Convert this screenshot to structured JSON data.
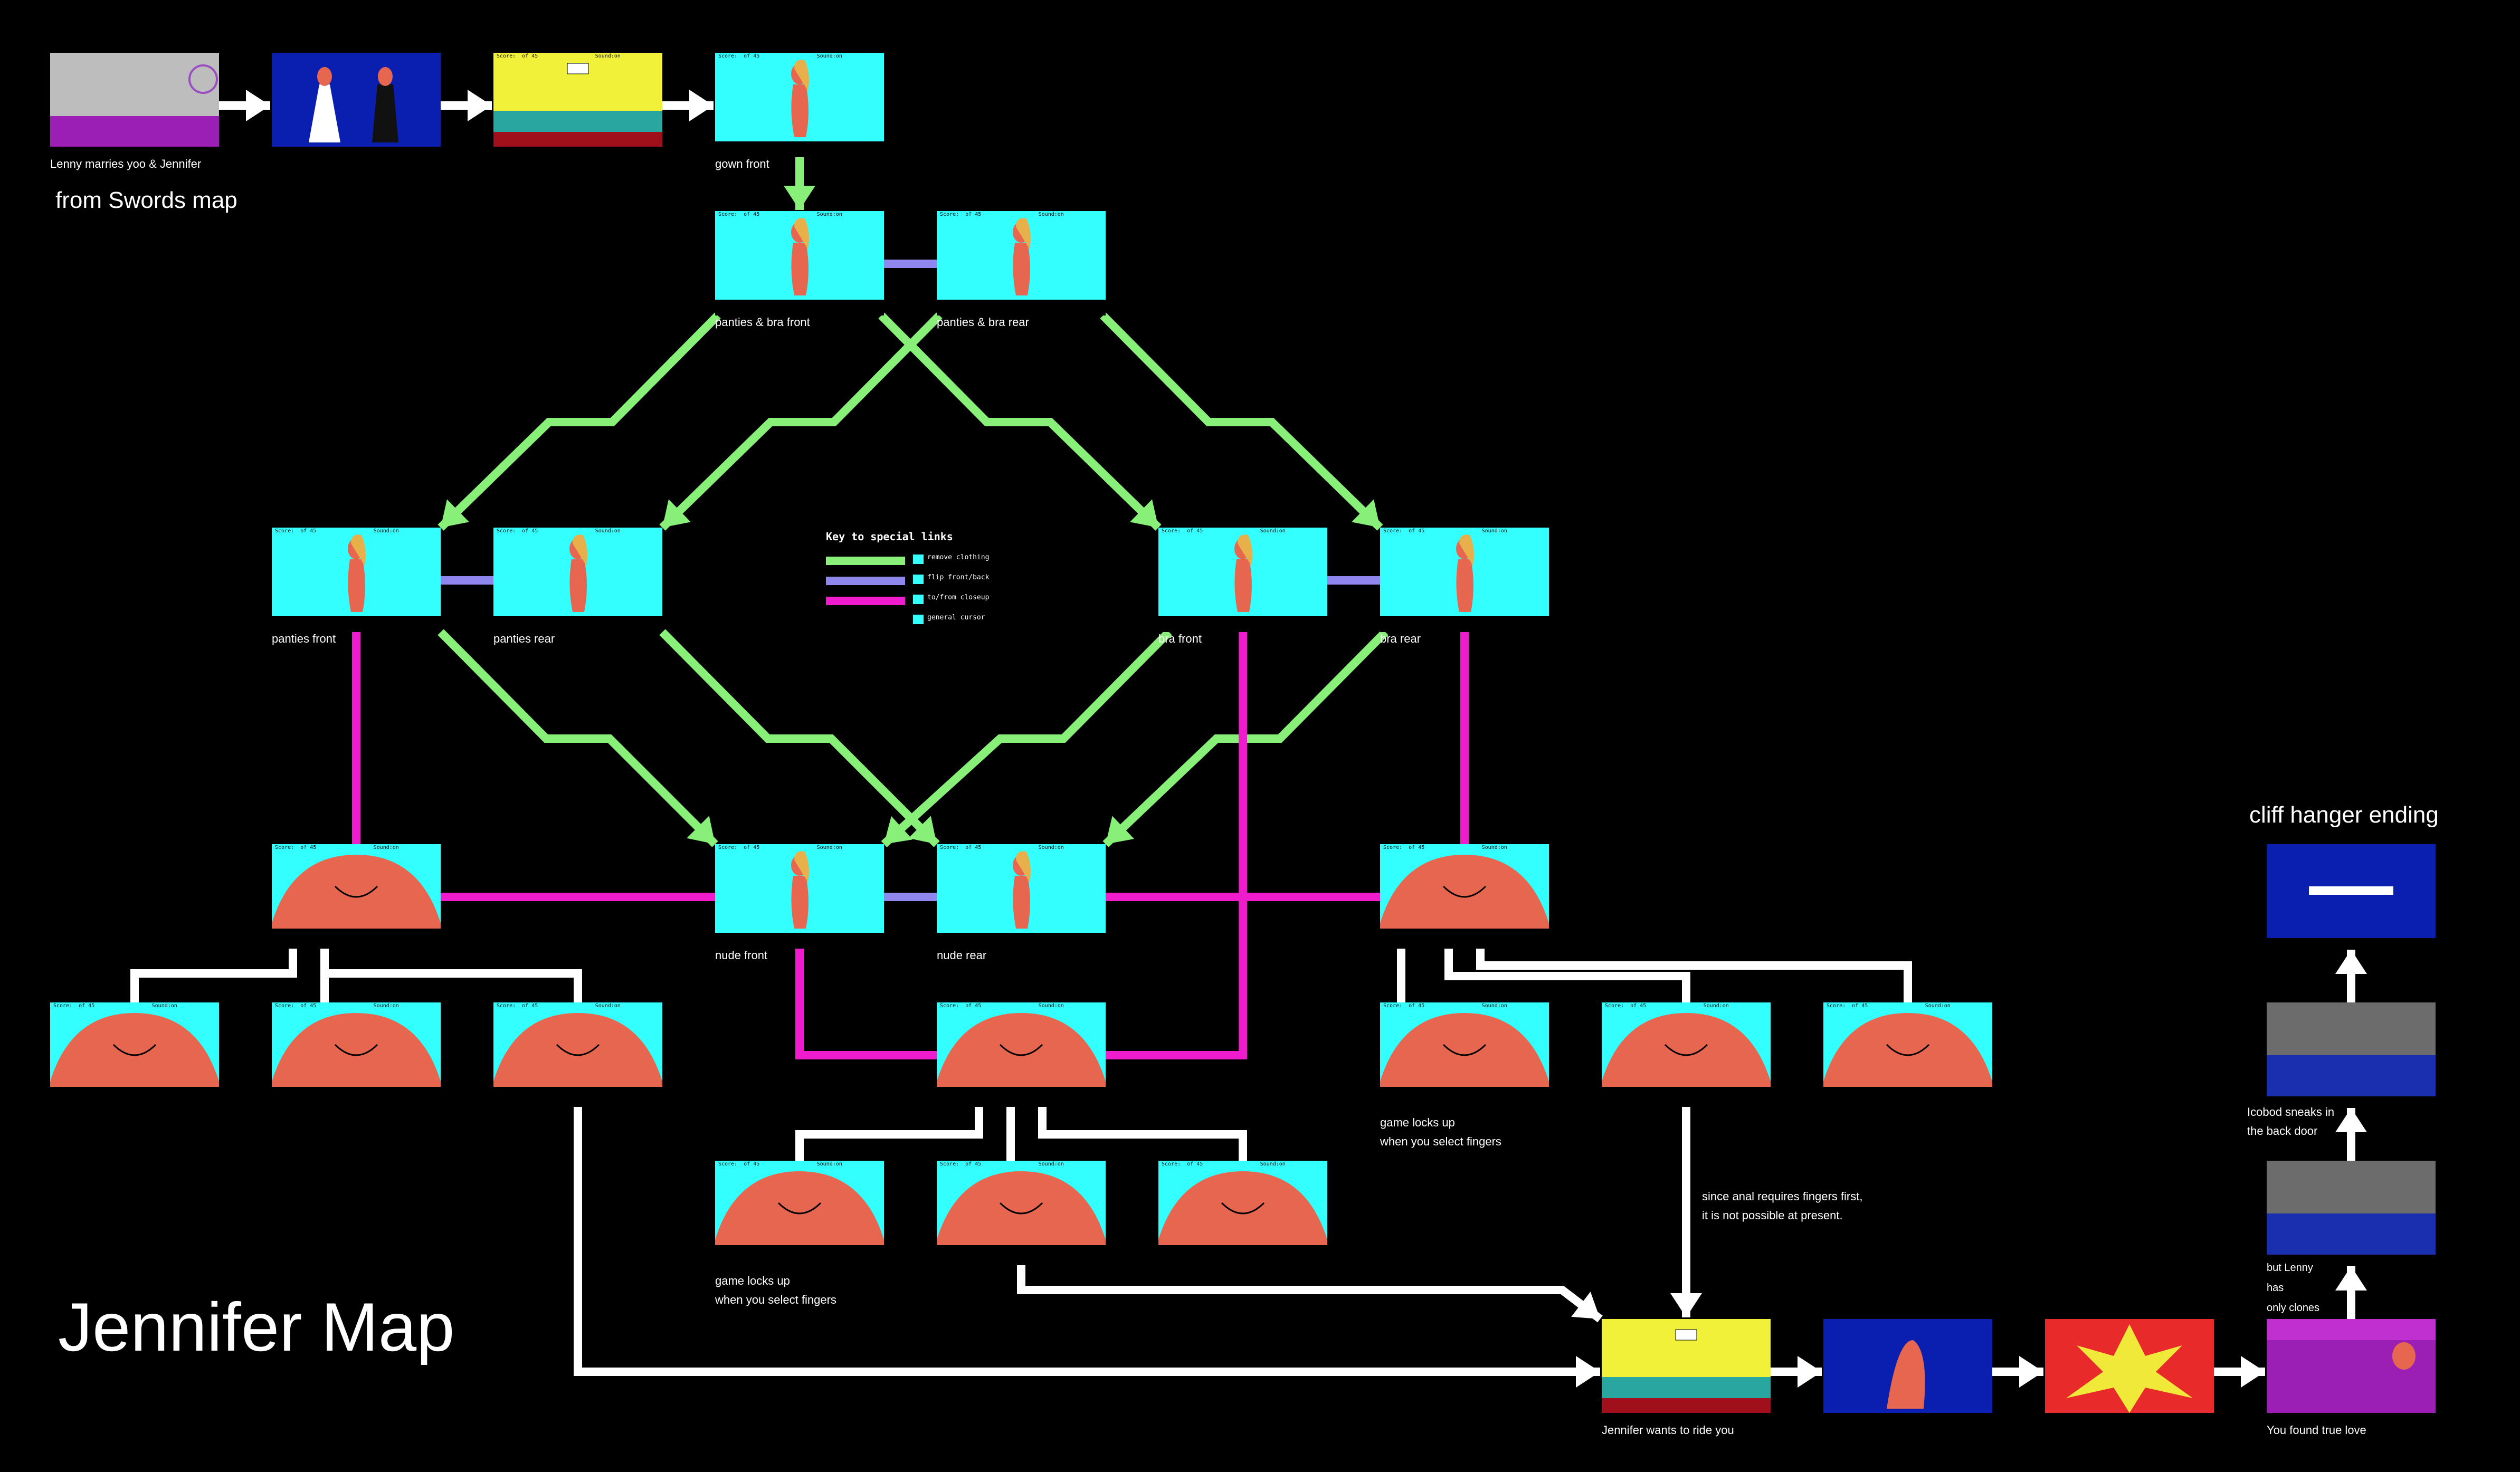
{
  "title": "Jennifer Map",
  "from_label": "from Swords map",
  "cliff_label": "cliff hanger ending",
  "notes": {
    "locks1": [
      "game locks up",
      "when you select fingers"
    ],
    "locks2": [
      "game locks up",
      "when you select fingers"
    ],
    "anal": [
      "since anal requires fingers first,",
      "it is not possible at present."
    ],
    "ichabod": [
      "Icobod sneaks in",
      "the back door"
    ],
    "clones": [
      "but Lenny",
      "has",
      "only clones"
    ]
  },
  "key": {
    "title": "Key to special links",
    "items": [
      {
        "label": "remove clothing",
        "color": "#88f078"
      },
      {
        "label": "flip front/back",
        "color": "#8f86ee"
      },
      {
        "label": "to/from closeup",
        "color": "#ee1ccc"
      },
      {
        "label": "general cursor",
        "color": ""
      }
    ]
  },
  "hud": {
    "score": "Score:  of 45",
    "sound": "Sound:on"
  },
  "colors": {
    "green": "#88f078",
    "blue": "#8f86ee",
    "magenta": "#ee1ccc",
    "white": "#ffffff",
    "screen": "#33ffff"
  },
  "nodes": [
    {
      "id": "s1",
      "caption": "Lenny marries yoo & Jennifer",
      "scene": "room"
    },
    {
      "id": "s2",
      "caption": "",
      "scene": "wedding"
    },
    {
      "id": "s3",
      "caption": "",
      "scene": "bedroom"
    },
    {
      "id": "s4",
      "caption": "gown front",
      "scene": "figure"
    },
    {
      "id": "pbf",
      "caption": "panties & bra front",
      "scene": "figure"
    },
    {
      "id": "pbr",
      "caption": "panties & bra rear",
      "scene": "figure"
    },
    {
      "id": "pf",
      "caption": "panties front",
      "scene": "figure"
    },
    {
      "id": "pr",
      "caption": "panties rear",
      "scene": "figure"
    },
    {
      "id": "bf",
      "caption": "bra front",
      "scene": "figure"
    },
    {
      "id": "br",
      "caption": "bra rear",
      "scene": "figure"
    },
    {
      "id": "nf",
      "caption": "nude front",
      "scene": "figure"
    },
    {
      "id": "nr",
      "caption": "nude rear",
      "scene": "figure"
    },
    {
      "id": "cbreast",
      "caption": "",
      "scene": "closeup"
    },
    {
      "id": "crear",
      "caption": "",
      "scene": "closeup"
    },
    {
      "id": "cb1",
      "caption": "",
      "scene": "closeup"
    },
    {
      "id": "cb2",
      "caption": "",
      "scene": "closeup"
    },
    {
      "id": "cb3",
      "caption": "",
      "scene": "closeup"
    },
    {
      "id": "cmid",
      "caption": "",
      "scene": "closeup"
    },
    {
      "id": "cm1",
      "caption": "",
      "scene": "closeup"
    },
    {
      "id": "cm2",
      "caption": "",
      "scene": "closeup"
    },
    {
      "id": "cm3",
      "caption": "",
      "scene": "closeup"
    },
    {
      "id": "cr1",
      "caption": "",
      "scene": "closeup"
    },
    {
      "id": "cr2",
      "caption": "",
      "scene": "closeup"
    },
    {
      "id": "cr3",
      "caption": "",
      "scene": "closeup"
    },
    {
      "id": "e1",
      "caption": "Jennifer wants to ride you",
      "scene": "bedroom"
    },
    {
      "id": "e2",
      "caption": "",
      "scene": "blue"
    },
    {
      "id": "e3",
      "caption": "",
      "scene": "burst"
    },
    {
      "id": "e4",
      "caption": "You found true love",
      "scene": "bed"
    },
    {
      "id": "e5",
      "caption": "",
      "scene": "gray"
    },
    {
      "id": "e6",
      "caption": "",
      "scene": "gray"
    },
    {
      "id": "e7",
      "caption": "",
      "scene": "end"
    }
  ],
  "links": [
    {
      "from": "s1",
      "to": "s2",
      "kind": "arrow"
    },
    {
      "from": "s2",
      "to": "s3",
      "kind": "arrow"
    },
    {
      "from": "s3",
      "to": "s4",
      "kind": "arrow"
    },
    {
      "from": "s4",
      "to": "pbf",
      "kind": "remove clothing"
    },
    {
      "from": "pbf",
      "to": "pbr",
      "kind": "flip front/back"
    },
    {
      "from": "pbf",
      "to": "pf",
      "kind": "remove clothing"
    },
    {
      "from": "pbf",
      "to": "bf",
      "kind": "remove clothing"
    },
    {
      "from": "pbr",
      "to": "pr",
      "kind": "remove clothing"
    },
    {
      "from": "pbr",
      "to": "br",
      "kind": "remove clothing"
    },
    {
      "from": "pf",
      "to": "pr",
      "kind": "flip front/back"
    },
    {
      "from": "bf",
      "to": "br",
      "kind": "flip front/back"
    },
    {
      "from": "pf",
      "to": "nf",
      "kind": "remove clothing"
    },
    {
      "from": "pr",
      "to": "nr",
      "kind": "remove clothing"
    },
    {
      "from": "bf",
      "to": "nf",
      "kind": "remove clothing"
    },
    {
      "from": "br",
      "to": "nr",
      "kind": "remove clothing"
    },
    {
      "from": "nf",
      "to": "nr",
      "kind": "flip front/back"
    },
    {
      "from": "pf",
      "to": "cbreast",
      "kind": "to/from closeup"
    },
    {
      "from": "nf",
      "to": "cbreast",
      "kind": "to/from closeup"
    },
    {
      "from": "br",
      "to": "crear",
      "kind": "to/from closeup"
    },
    {
      "from": "nr",
      "to": "crear",
      "kind": "to/from closeup"
    },
    {
      "from": "nf",
      "to": "cmid",
      "kind": "to/from closeup"
    },
    {
      "from": "bf",
      "to": "cmid",
      "kind": "to/from closeup"
    },
    {
      "from": "cbreast",
      "to": "cb1",
      "kind": "general cursor"
    },
    {
      "from": "cbreast",
      "to": "cb2",
      "kind": "general cursor"
    },
    {
      "from": "cbreast",
      "to": "cb3",
      "kind": "general cursor"
    },
    {
      "from": "cmid",
      "to": "cm1",
      "kind": "general cursor"
    },
    {
      "from": "cmid",
      "to": "cm2",
      "kind": "general cursor"
    },
    {
      "from": "cmid",
      "to": "cm3",
      "kind": "general cursor"
    },
    {
      "from": "crear",
      "to": "cr1",
      "kind": "general cursor"
    },
    {
      "from": "crear",
      "to": "cr2",
      "kind": "general cursor"
    },
    {
      "from": "crear",
      "to": "cr3",
      "kind": "general cursor"
    },
    {
      "from": "cb3",
      "to": "e1",
      "kind": "arrow"
    },
    {
      "from": "cm2",
      "to": "e1",
      "kind": "arrow"
    },
    {
      "from": "cr2",
      "to": "e1",
      "kind": "arrow"
    },
    {
      "from": "e1",
      "to": "e2",
      "kind": "arrow"
    },
    {
      "from": "e2",
      "to": "e3",
      "kind": "arrow"
    },
    {
      "from": "e3",
      "to": "e4",
      "kind": "arrow"
    },
    {
      "from": "e4",
      "to": "e5",
      "kind": "arrow"
    },
    {
      "from": "e5",
      "to": "e6",
      "kind": "arrow"
    },
    {
      "from": "e6",
      "to": "e7",
      "kind": "arrow"
    }
  ]
}
